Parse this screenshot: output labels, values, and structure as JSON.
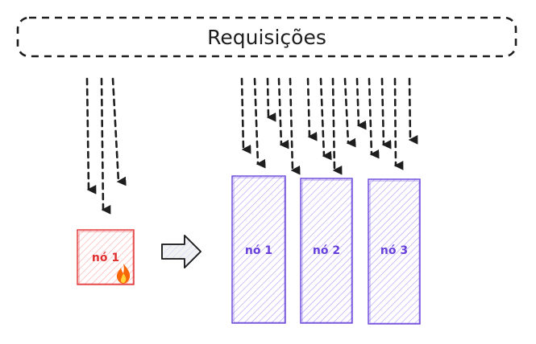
{
  "header": {
    "label": "Requisições"
  },
  "single_node": {
    "label": "nó 1",
    "status_icon": "fire-icon"
  },
  "transition": {
    "icon": "arrow-right-icon"
  },
  "cluster_nodes": [
    {
      "label": "nó 1"
    },
    {
      "label": "nó 2"
    },
    {
      "label": "nó 3"
    }
  ],
  "colors": {
    "stroke": "#1e1e1e",
    "overloaded_stroke": "#e03131",
    "overloaded_fill": "#ffc9c9",
    "node_stroke": "#6741d9",
    "node_fill": "#d0bfff",
    "node_text": "#6741d9",
    "flame_outer": "#f76707",
    "flame_inner": "#ffd43b"
  }
}
